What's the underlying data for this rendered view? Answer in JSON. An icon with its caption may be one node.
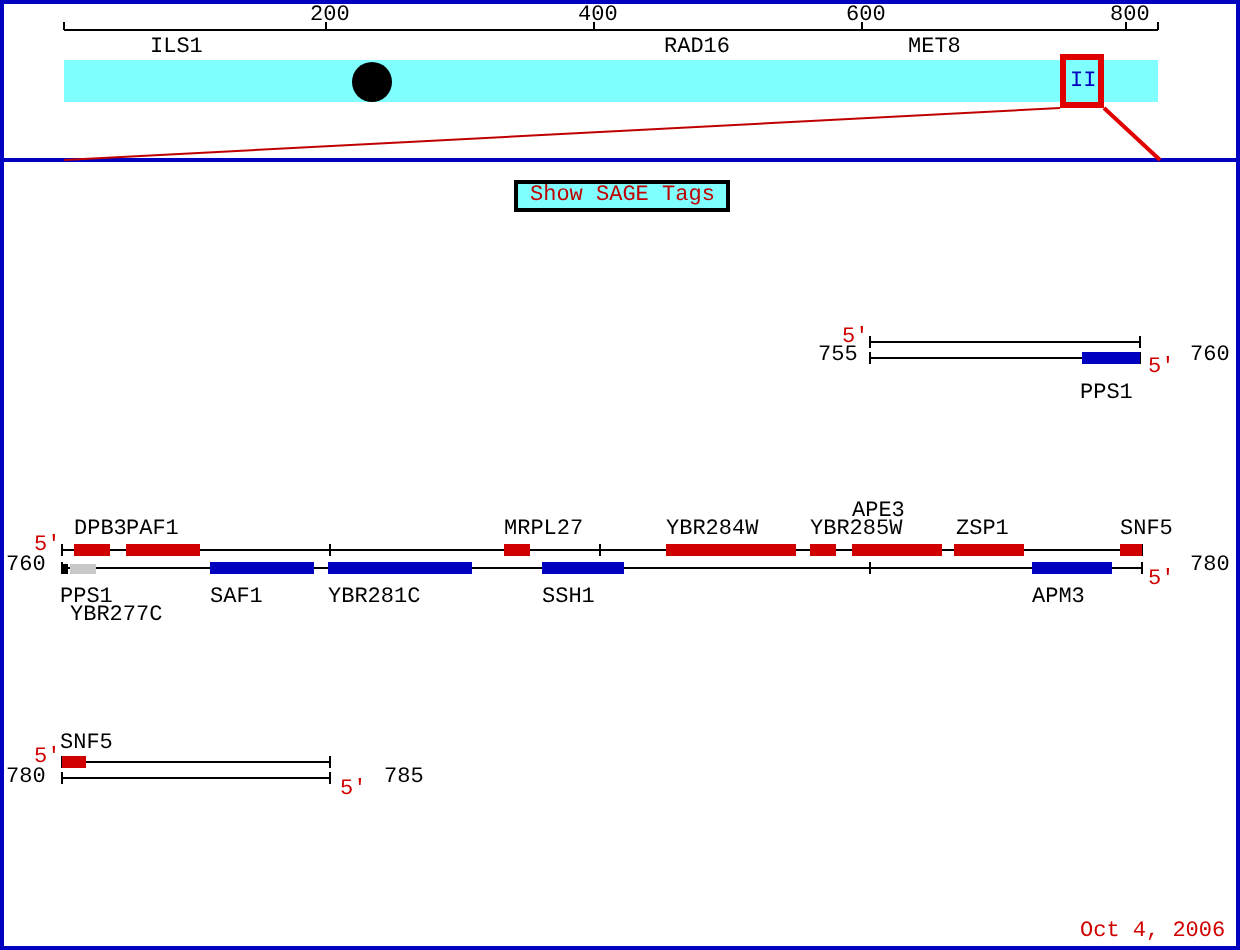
{
  "diagram": {
    "nodes": [
      {
        "text": [
          "II"
        ]
      },
      {
        "text": [
          "PPS1"
        ]
      },
      {
        "text": [
          "DPB3"
        ]
      },
      {
        "text": [
          "PAF1"
        ]
      },
      {
        "text": [
          "MRPL27"
        ]
      },
      {
        "text": [
          "YBR284W"
        ]
      },
      {
        "text": [
          "YBR285W"
        ]
      },
      {
        "text": [
          "APE3"
        ]
      },
      {
        "text": [
          "ZSP1"
        ]
      },
      {
        "text": [
          "SNF5"
        ]
      },
      {
        "text": [
          "PPS1"
        ]
      },
      {
        "text": [
          "YBR277C"
        ]
      },
      {
        "text": [
          "SAF1"
        ]
      },
      {
        "text": [
          "YBR281C"
        ]
      },
      {
        "text": [
          "SSH1"
        ]
      },
      {
        "text": [
          "APM3"
        ]
      },
      {
        "text": [
          "SNF5"
        ]
      }
    ],
    "labels": [
      "200",
      "400",
      "600",
      "800",
      "ILS1",
      "RAD16",
      "MET8",
      "Show SAGE Tags",
      "5′",
      "755",
      "760",
      "5′",
      "5′",
      "760",
      "780",
      "5′",
      "5′",
      "780",
      "785",
      "5′",
      "Oct 4, 2006"
    ]
  }
}
